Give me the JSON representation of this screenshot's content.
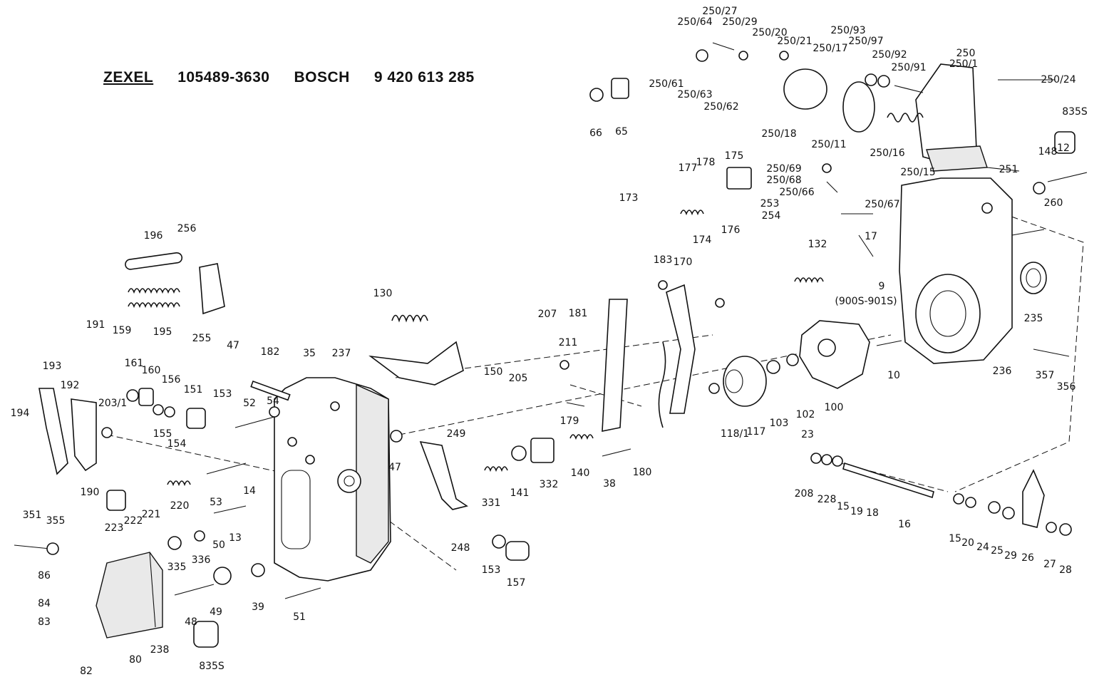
{
  "header": {
    "maker1": "ZEXEL",
    "part1": "105489-3630",
    "maker2": "BOSCH",
    "part2": "9 420 613 285"
  },
  "labels": [
    "250/27",
    "250/64",
    "250/29",
    "250/20",
    "250/21",
    "250/93",
    "250/17",
    "250/97",
    "250/92",
    "250/91",
    "250",
    "250/1",
    "250/24",
    "250/61",
    "250/63",
    "250/62",
    "250/18",
    "250/11",
    "250/16",
    "250/15",
    "251",
    "835S",
    "148",
    "12",
    "66",
    "65",
    "175",
    "177",
    "178",
    "250/69",
    "250/68",
    "250/66",
    "253",
    "254",
    "250/67",
    "173",
    "174",
    "176",
    "260",
    "196",
    "256",
    "195",
    "255",
    "132",
    "17",
    "9",
    "183",
    "170",
    "130",
    "(900S-901S)",
    "235",
    "191",
    "159",
    "193",
    "192",
    "161",
    "160",
    "156",
    "203/1",
    "194",
    "155",
    "154",
    "151",
    "153",
    "52",
    "54",
    "47",
    "182",
    "35",
    "237",
    "207",
    "211",
    "205",
    "150",
    "181",
    "236",
    "357",
    "356",
    "10",
    "100",
    "102",
    "103",
    "117",
    "118/1",
    "190",
    "179",
    "249",
    "47",
    "180",
    "38",
    "140",
    "332",
    "141",
    "331",
    "23",
    "208",
    "228",
    "15",
    "19",
    "18",
    "16",
    "223",
    "222",
    "221",
    "220",
    "53",
    "14",
    "13",
    "50",
    "351",
    "355",
    "86",
    "84",
    "83",
    "82",
    "80",
    "238",
    "335",
    "336",
    "49",
    "48",
    "39",
    "51",
    "835S",
    "248",
    "153",
    "157",
    "15",
    "20",
    "24",
    "25",
    "29",
    "26",
    "27",
    "28"
  ]
}
